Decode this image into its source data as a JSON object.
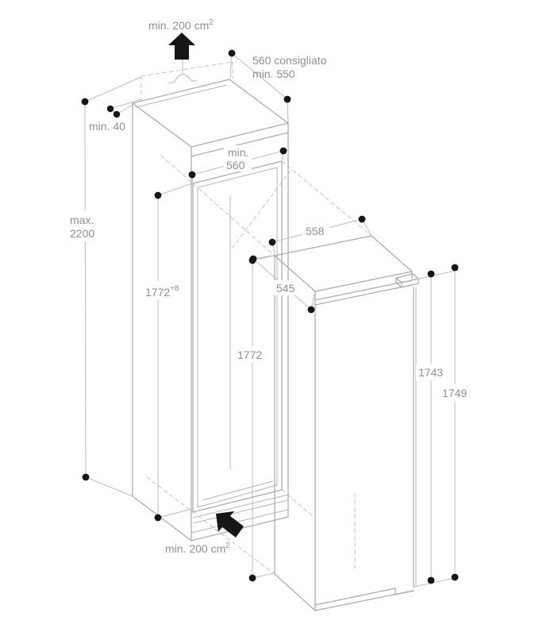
{
  "diagram": {
    "type": "built-in appliance niche installation drawing",
    "colors": {
      "line": "#a9a9a9",
      "dimension_line": "#bdbdbd",
      "dashed_line": "#c6c6c6",
      "text": "#8f8f8f",
      "dot": "#161616",
      "arrow": "#161616",
      "background": "#ffffff"
    },
    "labels": {
      "top_vent": {
        "text": "min. 200 cm",
        "sup": "2"
      },
      "top_depth_line1": "560 consigliato",
      "top_depth_line2": "min. 550",
      "rear_gap": "min. 40",
      "niche_width_line1": "min.",
      "niche_width_line2": "560",
      "max_height_line1": "max.",
      "max_height_line2": "2200",
      "niche_height_tolerance": {
        "text": "1772",
        "sup": "+8"
      },
      "niche_height": "1772",
      "appliance_width": "558",
      "appliance_depth": "545",
      "appliance_height_door": "1743",
      "appliance_height_total": "1749",
      "bottom_vent": {
        "text": "min. 200 cm",
        "sup": "2"
      }
    }
  }
}
